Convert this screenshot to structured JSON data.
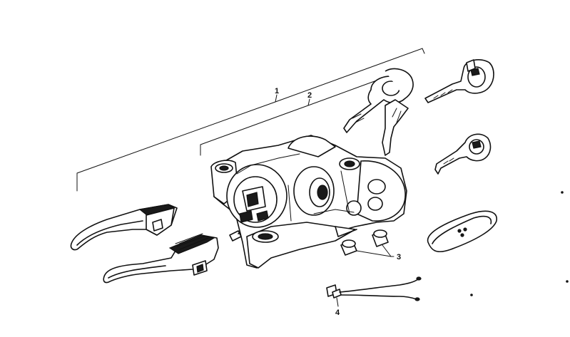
{
  "callouts": [
    {
      "number": "1",
      "part": "lock-set-bracket"
    },
    {
      "number": "2",
      "part": "ignition-lock-bracket"
    },
    {
      "number": "3",
      "part": "bolts"
    },
    {
      "number": "4",
      "part": "wire-harness"
    }
  ],
  "parts": [
    "door-handle-upper",
    "door-handle-lower",
    "screw",
    "steering-lock-housing",
    "key-pair",
    "key-single",
    "key-third",
    "gasket-plate",
    "bolts",
    "wire-harness"
  ]
}
